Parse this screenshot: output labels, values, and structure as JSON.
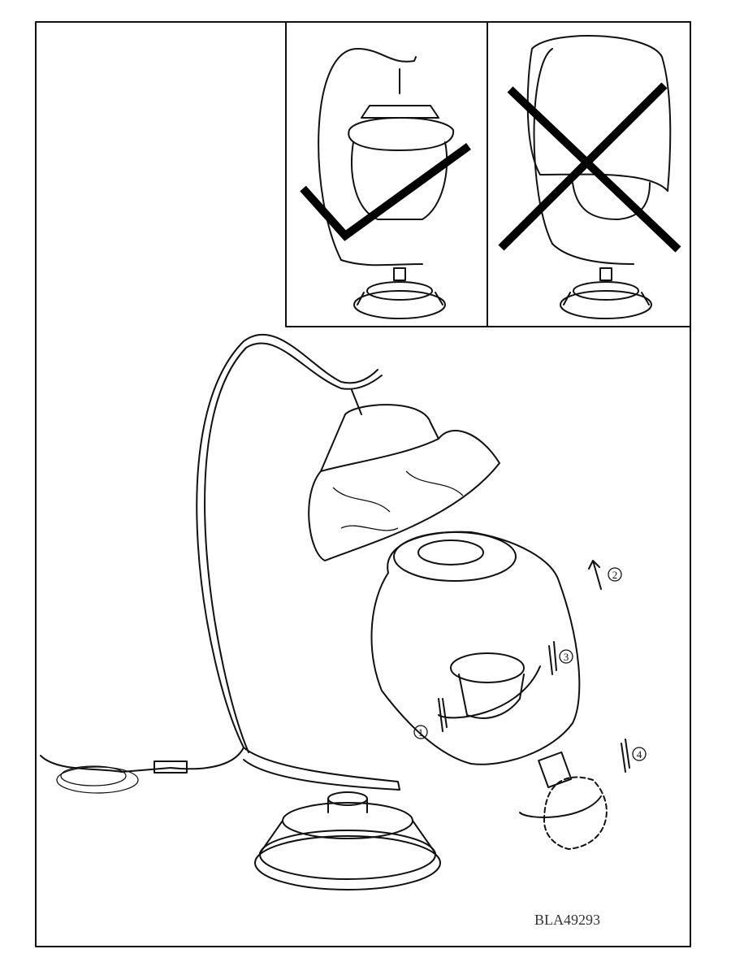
{
  "document_code": "BLA49293",
  "steps": [
    "1",
    "2",
    "3",
    "4"
  ],
  "panels": {
    "correct": {
      "icon": "check-mark"
    },
    "incorrect": {
      "icon": "cross-mark"
    }
  }
}
